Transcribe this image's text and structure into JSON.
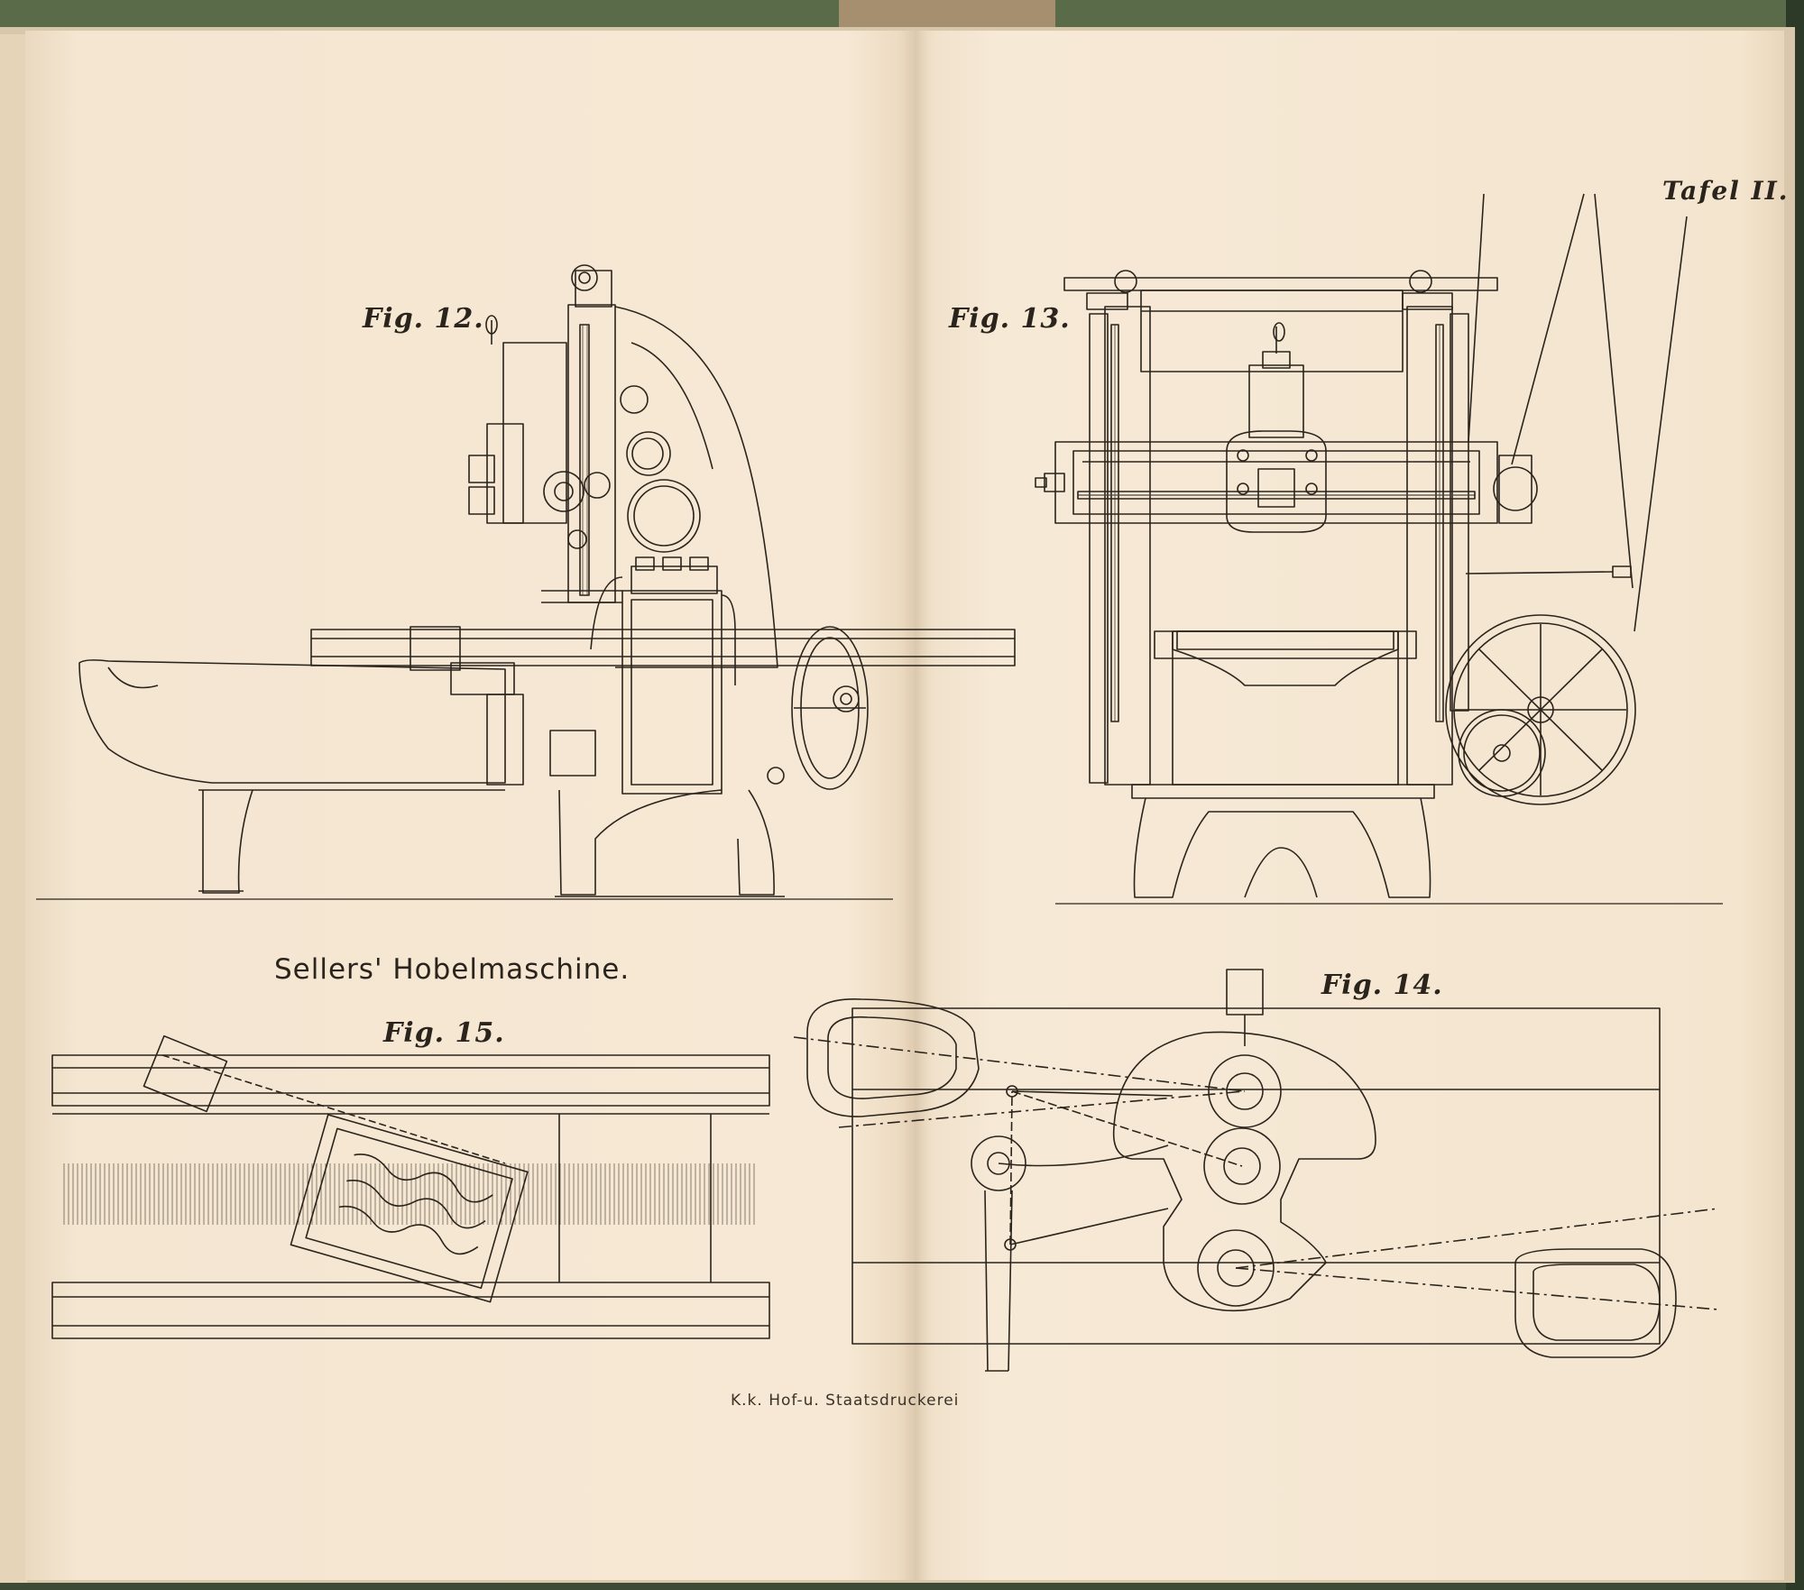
{
  "plate": {
    "plate_number": "Tafel II.",
    "title": "Sellers' Hobelmaschine.",
    "imprint": "K.k. Hof-u. Staatsdruckerei"
  },
  "figures": [
    {
      "id": "fig12",
      "label": "Fig. 12."
    },
    {
      "id": "fig13",
      "label": "Fig. 13."
    },
    {
      "id": "fig14",
      "label": "Fig. 14."
    },
    {
      "id": "fig15",
      "label": "Fig. 15."
    }
  ],
  "colors": {
    "paper": "#f3e6d3",
    "ink": "#2a241c",
    "binding_cloth": "#3c4a36",
    "board_edge": "#b9aa8e"
  }
}
